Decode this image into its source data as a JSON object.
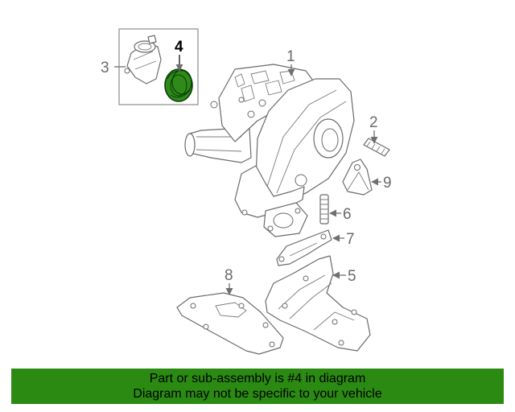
{
  "diagram": {
    "callouts": [
      "1",
      "2",
      "3",
      "4",
      "5",
      "6",
      "7",
      "8",
      "9"
    ],
    "highlight_part": "4",
    "highlight_color": "#2e8b1a"
  },
  "banner": {
    "line1": "Part or sub-assembly is #4 in diagram",
    "line2": "Diagram may not be specific to your vehicle",
    "background": "#2b8a12"
  }
}
